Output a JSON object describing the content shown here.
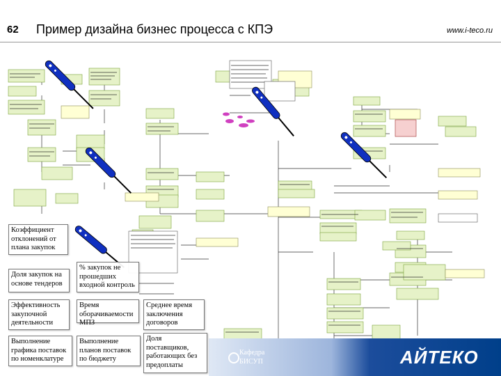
{
  "header": {
    "slide_number": "62",
    "title": "Пример дизайна бизнес процесса с КПЭ",
    "url": "www.i-teco.ru"
  },
  "kpis": [
    {
      "id": "k1",
      "text": "Коэффициент отклонений от плана закупок"
    },
    {
      "id": "k2",
      "text": "Доля закупок на основе тендеров"
    },
    {
      "id": "k3",
      "text": "% закупок не прошедших входной контроль"
    },
    {
      "id": "k4",
      "text": "Эффективность закупочной деятельности"
    },
    {
      "id": "k5",
      "text": "Время оборачиваемости МПЗ"
    },
    {
      "id": "k6",
      "text": "Среднее время заключения договоров"
    },
    {
      "id": "k7",
      "text": "Выполнение графика поставок по номенклатуре"
    },
    {
      "id": "k8",
      "text": "Выполнение планов поставок по бюджету"
    },
    {
      "id": "k9",
      "text": "Доля поставщиков, работающих без предоплаты"
    }
  ],
  "footer": {
    "dept_line1": "Кафедра",
    "dept_line2": "БИСУП",
    "logo": "АЙТЕКО"
  },
  "colors": {
    "process_box": "#e6f2c8",
    "process_border": "#7aa23a",
    "event_box": "#ffffd4",
    "connector": "#333333",
    "footer_bg": "#003f8a",
    "thermometer": "#1030c0"
  }
}
